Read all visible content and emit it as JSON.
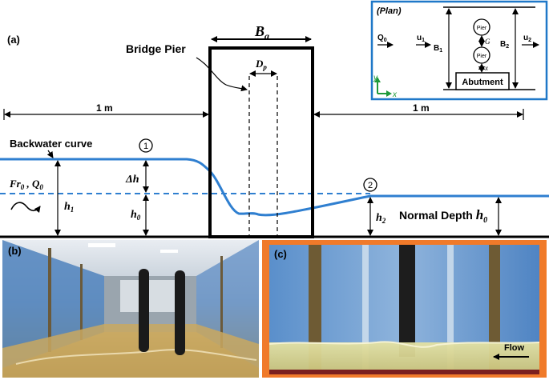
{
  "panel_labels": {
    "a": "(a)",
    "b": "(b)",
    "c": "(c)"
  },
  "schematic": {
    "bridge_pier_label": "Bridge Pier",
    "width_label": "B",
    "width_sub": "a",
    "pier_diameter_label": "D",
    "pier_diameter_sub": "p",
    "upstream_distance": "1 m",
    "downstream_distance": "1 m",
    "backwater_label": "Backwater curve",
    "section_1": "1",
    "section_2": "2",
    "delta_h": "Δh",
    "h1": "h",
    "h1_sub": "1",
    "h0": "h",
    "h0_sub": "0",
    "h2": "h",
    "h2_sub": "2",
    "froude_label": "Fr",
    "froude_sub": "0",
    "flow_label": " , Q",
    "flow_sub": "0",
    "normal_depth_label": "Normal Depth ",
    "normal_depth_symbol": "h",
    "normal_depth_sub": "0",
    "colors": {
      "water": "#2f7fd0",
      "structure": "#000000"
    }
  },
  "plan_view": {
    "title": "(Plan)",
    "q0": "Q",
    "q0_sub": "0",
    "u1": "u",
    "u1_sub": "1",
    "b1": "B",
    "b1_sub": "1",
    "b2": "B",
    "b2_sub": "2",
    "u2": "u",
    "u2_sub": "2",
    "pier_top": "Pier",
    "pier_bottom": "Pier",
    "gap": "G",
    "offset": "x",
    "abutment": "Abutment",
    "axis_y": "y",
    "axis_x": "x",
    "colors": {
      "border": "#1f78c8",
      "axis_y": "#1f9a3a",
      "axis_x": "#1f9a3a"
    }
  },
  "photos": {
    "b_description": "flume-with-two-piers",
    "c_flow_label": "Flow",
    "colors": {
      "frame": "#f07a2a",
      "water_b": "#c9a860",
      "water_c": "#d8d88a"
    }
  }
}
